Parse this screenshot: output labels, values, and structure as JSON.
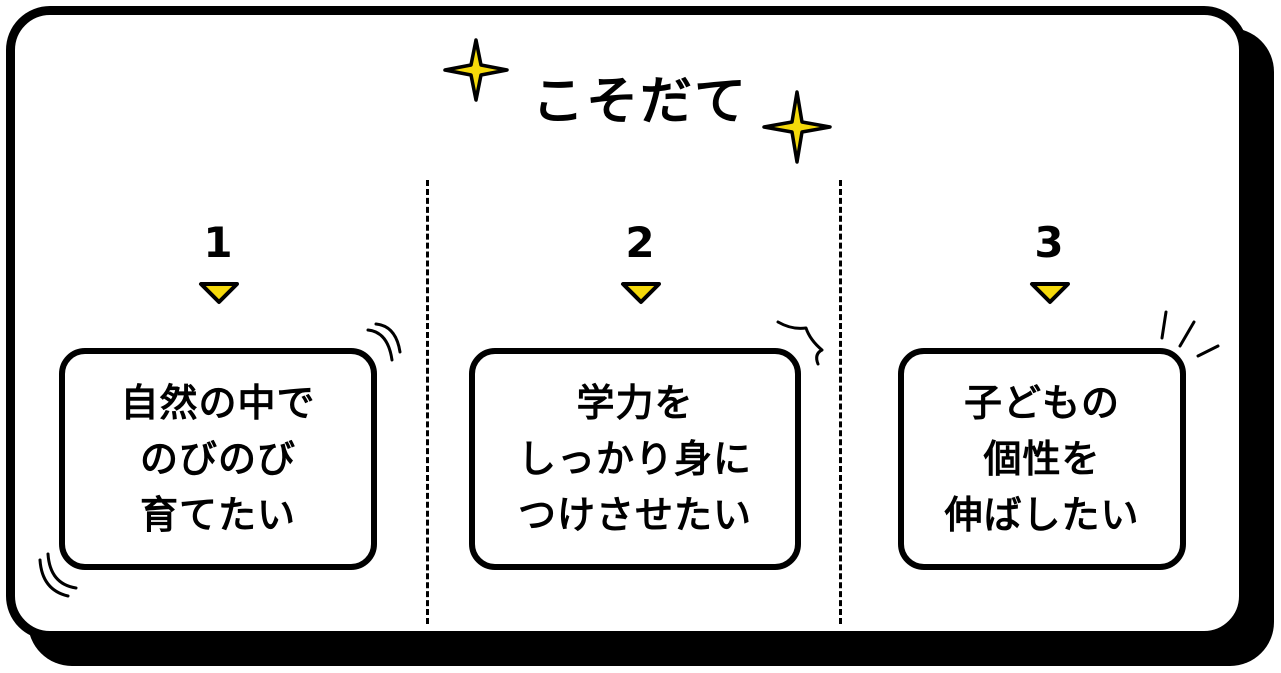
{
  "title": "こそだて",
  "items": [
    {
      "number": "1",
      "lines": [
        "自然の中で",
        "のびのび",
        "育てたい"
      ]
    },
    {
      "number": "2",
      "lines": [
        "学力を",
        "しっかり身に",
        "つけさせたい"
      ]
    },
    {
      "number": "3",
      "lines": [
        "子どもの",
        "個性を",
        "伸ばしたい"
      ]
    }
  ],
  "colors": {
    "accent": "#f5d90a",
    "ink": "#000000",
    "background": "#ffffff"
  },
  "icons": [
    "sparkle-icon",
    "down-triangle-icon",
    "motion-lines-icon",
    "burst-lines-icon"
  ]
}
